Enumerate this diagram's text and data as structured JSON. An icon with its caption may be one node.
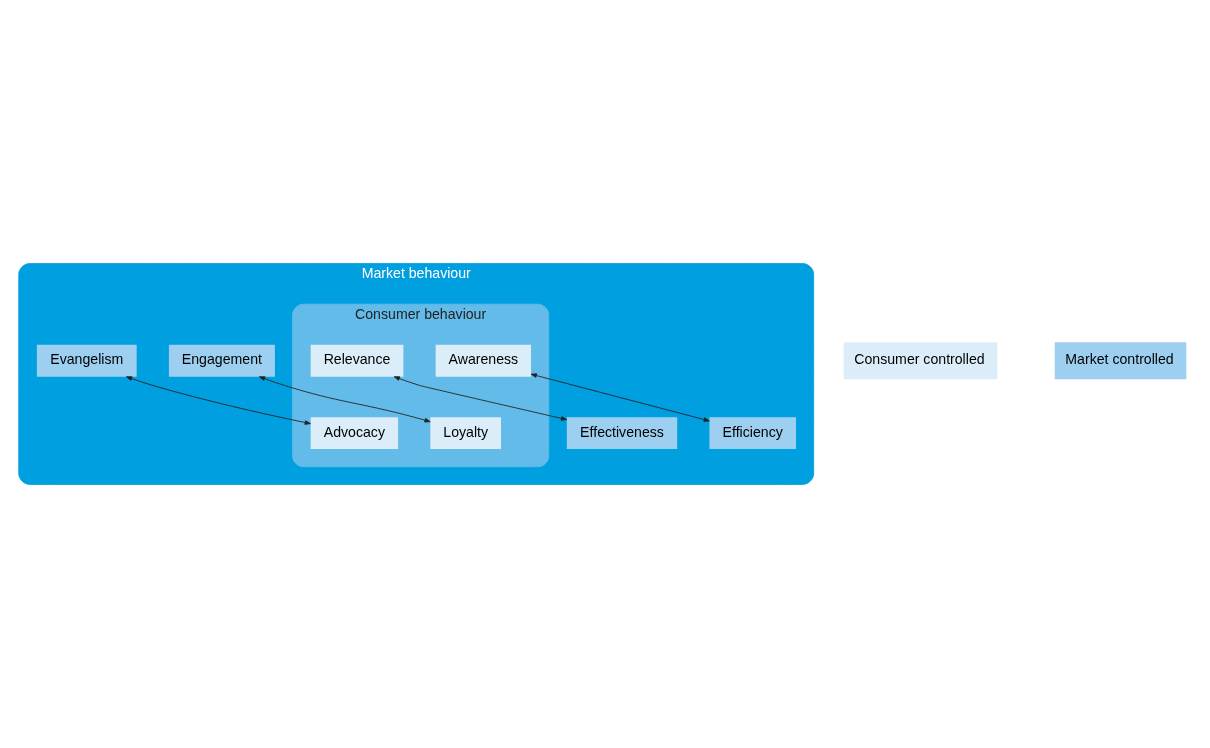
{
  "diagram": {
    "nodes": [
      {
        "text": [
          "Market behaviour"
        ]
      },
      {
        "text": [
          "Consumer behaviour"
        ],
        "in": 0
      },
      {
        "text": [
          "Engagement"
        ],
        "in": 0
      },
      {
        "text": [
          "Loyalty"
        ],
        "in": 1
      },
      {
        "text": [
          "Evangelism"
        ],
        "in": 0
      },
      {
        "text": [
          "Advocacy"
        ],
        "in": 1
      },
      {
        "text": [
          "Relevance"
        ],
        "in": 1
      },
      {
        "text": [
          "Effectiveness"
        ],
        "in": 0
      },
      {
        "text": [
          "Awareness"
        ],
        "in": 1
      },
      {
        "text": [
          "Efficiency"
        ],
        "in": 0
      }
    ],
    "edges": [
      {
        "from": 2,
        "to": 3,
        "arrow": "both"
      },
      {
        "from": 4,
        "to": 5,
        "arrow": "both"
      },
      {
        "from": 6,
        "to": 7,
        "arrow": "both"
      },
      {
        "from": 8,
        "to": 9,
        "arrow": "both"
      }
    ],
    "legend": [
      {
        "text": "Consumer controlled",
        "color": "#dcedfa"
      },
      {
        "text": "Market controlled",
        "color": "#9dd0f0"
      }
    ]
  }
}
